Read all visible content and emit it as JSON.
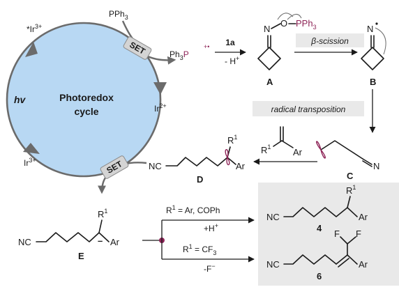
{
  "cycle": {
    "center_line1": "Photoredox",
    "center_line2": "cycle",
    "hv": "hv",
    "ir_excited": "*Ir",
    "ir_excited_charge": "3+",
    "ir2": "Ir",
    "ir2_charge": "2+",
    "ir3": "Ir",
    "ir3_charge": "3+",
    "pph3": "PPh",
    "pph3_sub": "3",
    "set_top": "SET",
    "set_bottom": "SET"
  },
  "radical_cation": {
    "label": "Ph",
    "sub": "3",
    "atom": "P",
    "charge": "+•"
  },
  "step1": {
    "reagent": "1a",
    "byproduct": "- H",
    "byproduct_charge": "+"
  },
  "compound_A": {
    "label": "A",
    "n": "N",
    "o": "O",
    "p": "PPh",
    "p_sub": "3"
  },
  "beta_scission": "β-scission",
  "compound_B": {
    "label": "B",
    "n": "N"
  },
  "radical_transposition": "radical transposition",
  "compound_C": {
    "label": "C",
    "n": "N"
  },
  "alkene": {
    "r": "R",
    "r_sup": "1",
    "ar": "Ar"
  },
  "compound_D": {
    "label": "D",
    "nc": "NC",
    "r": "R",
    "r_sup": "1",
    "ar": "Ar"
  },
  "compound_E": {
    "label": "E",
    "nc": "NC",
    "r": "R",
    "r_sup": "1",
    "ar": "Ar",
    "minus": "–"
  },
  "branch_top": {
    "cond_r": "R",
    "cond_sup": "1",
    "cond_text": " = Ar, COPh",
    "reagent": "+H",
    "reagent_charge": "+"
  },
  "branch_bottom": {
    "cond_r": "R",
    "cond_sup": "1",
    "cond_text": " = CF",
    "cond_sub": "3",
    "reagent": "-F",
    "reagent_charge": "−"
  },
  "product_4": {
    "label": "4",
    "nc": "NC",
    "r": "R",
    "r_sup": "1",
    "ar": "Ar"
  },
  "product_6": {
    "label": "6",
    "nc": "NC",
    "f1": "F",
    "f2": "F",
    "ar": "Ar"
  },
  "colors": {
    "circle_fill": "#b8d8f3",
    "circle_stroke": "#6b6b6b",
    "set_fill": "#d4d4d4",
    "panel_fill": "#e9e9e9",
    "accent": "#8e2457"
  }
}
